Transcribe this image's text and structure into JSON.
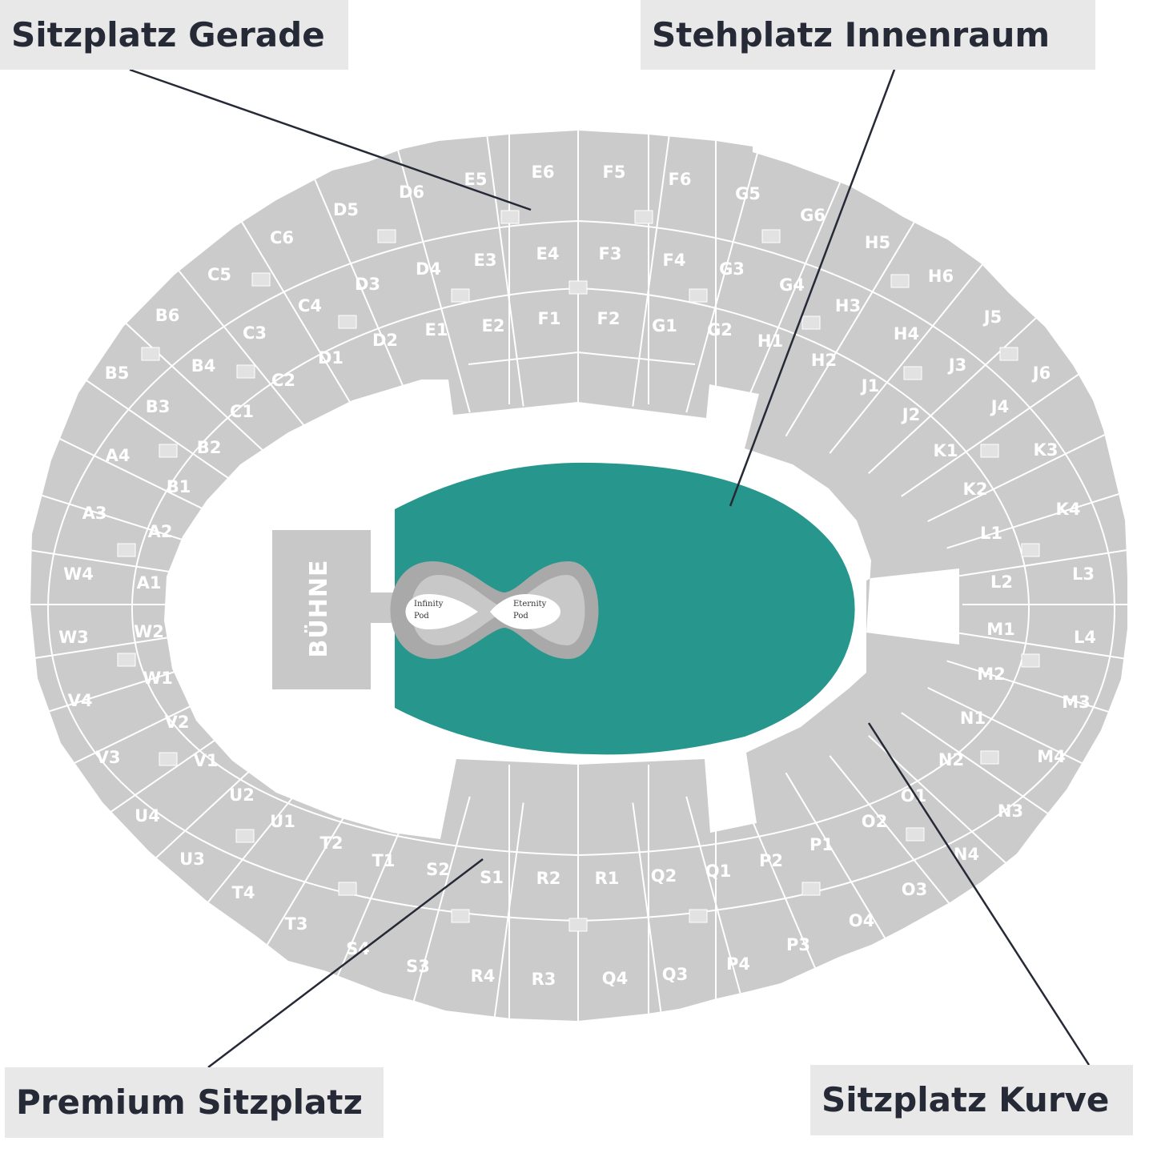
{
  "callouts": {
    "sitzplatz_gerade": "Sitzplatz Gerade",
    "stehplatz_innenraum": "Stehplatz Innenraum",
    "premium_sitzplatz": "Premium Sitzplatz",
    "sitzplatz_kurve": "Sitzplatz Kurve"
  },
  "stage": {
    "label": "BÜHNE",
    "pod_left": [
      "Infinity",
      "Pod"
    ],
    "pod_right": [
      "Eternity",
      "Pod"
    ]
  },
  "colors": {
    "seat_block": "#cbcbcb",
    "divider": "#ffffff",
    "standing_area": "#27978d",
    "stage": "#c8c8c8",
    "loop_outer": "#a9a9a9",
    "loop_inner": "#c8c8c8",
    "callout_bg": "#e8e8e8",
    "callout_text": "#262a36",
    "leader_line": "#262a36"
  },
  "sections": {
    "outer_ring": [
      "A4",
      "A3",
      "W4",
      "W3",
      "V4",
      "V3",
      "U4",
      "U3",
      "T4",
      "T3",
      "S4",
      "S3",
      "R4",
      "R3",
      "Q4",
      "Q3",
      "P4",
      "P3",
      "O4",
      "O3",
      "N4",
      "N3",
      "M4",
      "M3",
      "L4",
      "L3",
      "K4",
      "K3",
      "J6",
      "J5",
      "H6",
      "H5",
      "G6",
      "G5",
      "F6",
      "F5",
      "E6",
      "E5",
      "D6",
      "D5",
      "C6",
      "C5",
      "B6",
      "B5"
    ],
    "middle_ring": [
      "B4",
      "B3",
      "B2",
      "C4",
      "C3",
      "D4",
      "D3",
      "E4",
      "E3",
      "F3",
      "F4",
      "G4",
      "G3",
      "H4",
      "H3",
      "J4",
      "J3",
      "K2",
      "L2",
      "M2",
      "N2",
      "O2",
      "P2",
      "P1",
      "Q1",
      "Q2",
      "R2",
      "R1",
      "S1",
      "S2",
      "T2",
      "U2",
      "V2",
      "W1"
    ],
    "inner_ring": [
      "A2",
      "A1",
      "W2",
      "B1",
      "C1",
      "C2",
      "D1",
      "D2",
      "E1",
      "E2",
      "F1",
      "F2",
      "G1",
      "G2",
      "H1",
      "H2",
      "J1",
      "J2",
      "K1",
      "L1",
      "M1",
      "N1",
      "O1",
      "T1",
      "U1",
      "V1"
    ]
  }
}
